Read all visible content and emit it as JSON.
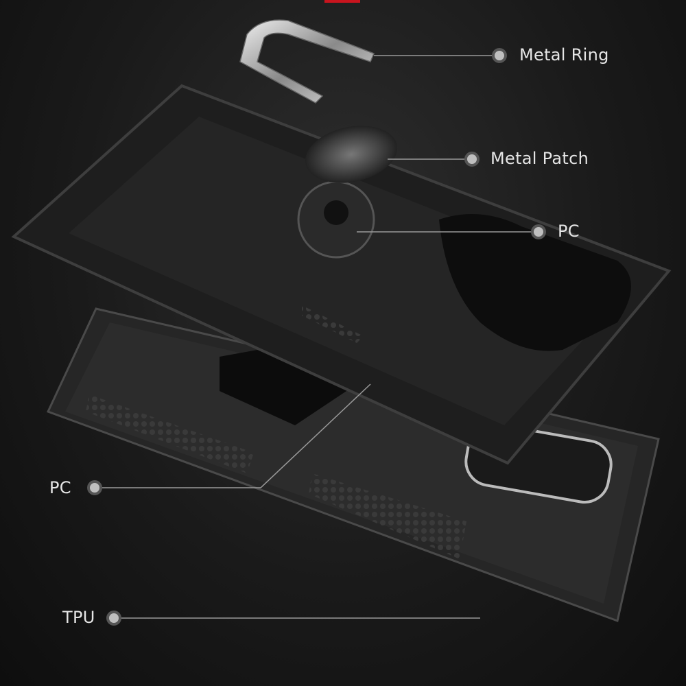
{
  "labels": {
    "metal_ring": "Metal Ring",
    "metal_patch": "Metal Patch",
    "pc_top": "PC",
    "pc_bottom": "PC",
    "tpu": "TPU"
  },
  "colors": {
    "accent": "#c8141e",
    "background": "#141414",
    "label_text": "#e6e6e6",
    "leader_line": "#9a9a9a"
  }
}
